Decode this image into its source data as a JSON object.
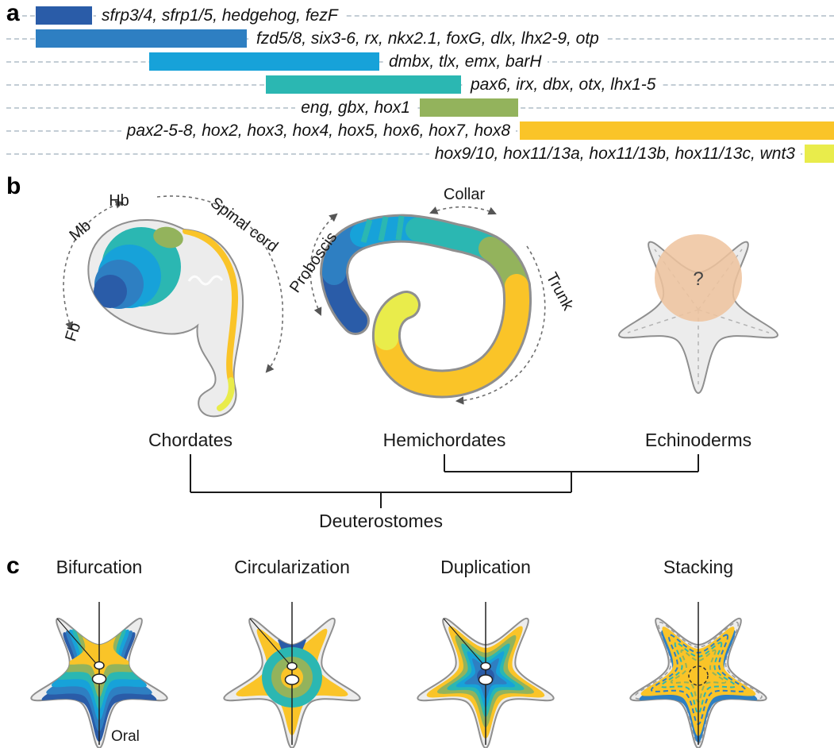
{
  "colors": {
    "bar1": "#2a5ca8",
    "bar2": "#2e7fc2",
    "bar3": "#17a2d9",
    "bar4": "#2bb7b2",
    "bar5": "#93b35c",
    "bar6": "#fac428",
    "bar7": "#e9ec4b",
    "body_gray": "#ececec",
    "outline_gray": "#8f8f8f",
    "dash_line": "#c3cdd5",
    "circle_tan": "#eec39e"
  },
  "panel_a": {
    "label": "a",
    "rows": [
      {
        "genes": "sfrp3/4, sfrp1/5, hedgehog, fezF",
        "color": "#2a5ca8",
        "text_side": "right"
      },
      {
        "genes": "fzd5/8, six3-6, rx, nkx2.1, foxG, dlx, lhx2-9, otp",
        "color": "#2e7fc2",
        "text_side": "right"
      },
      {
        "genes": "dmbx, tlx, emx, barH",
        "color": "#17a2d9",
        "text_side": "right"
      },
      {
        "genes": "pax6, irx, dbx, otx, lhx1-5",
        "color": "#2bb7b2",
        "text_side": "right"
      },
      {
        "genes": "eng, gbx, hox1",
        "color": "#93b35c",
        "text_side": "left"
      },
      {
        "genes": "pax2-5-8, hox2, hox3, hox4, hox5, hox6, hox7, hox8",
        "color": "#fac428",
        "text_side": "left"
      },
      {
        "genes": "hox9/10, hox11/13a, hox11/13b, hox11/13c, wnt3",
        "color": "#e9ec4b",
        "text_side": "left"
      }
    ]
  },
  "panel_b": {
    "label": "b",
    "fb": "Fb",
    "mb": "Mb",
    "hb": "Hb",
    "spinal_cord": "Spinal cord",
    "proboscis": "Proboscis",
    "collar": "Collar",
    "trunk": "Trunk",
    "unknown": "?",
    "chordates": "Chordates",
    "hemichordates": "Hemichordates",
    "echinoderms": "Echinoderms",
    "deuterostomes": "Deuterostomes"
  },
  "panel_c": {
    "label": "c",
    "titles": [
      "Bifurcation",
      "Circularization",
      "Duplication",
      "Stacking"
    ],
    "oral": "Oral"
  }
}
